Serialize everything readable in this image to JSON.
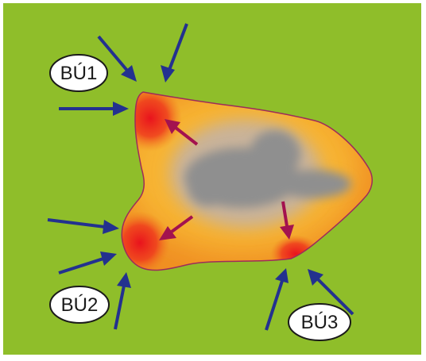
{
  "diagram": {
    "labels": {
      "bu1": "BÚ1",
      "bu2": "BÚ2",
      "bu3": "BÚ3"
    },
    "colors": {
      "background": "#8fbe2a",
      "external_arrow": "#23318f",
      "internal_arrow": "#a3124f",
      "hot_spot": "#e9131d",
      "shape_fill": "#f39a1f",
      "core": "#8f8f8f"
    }
  }
}
